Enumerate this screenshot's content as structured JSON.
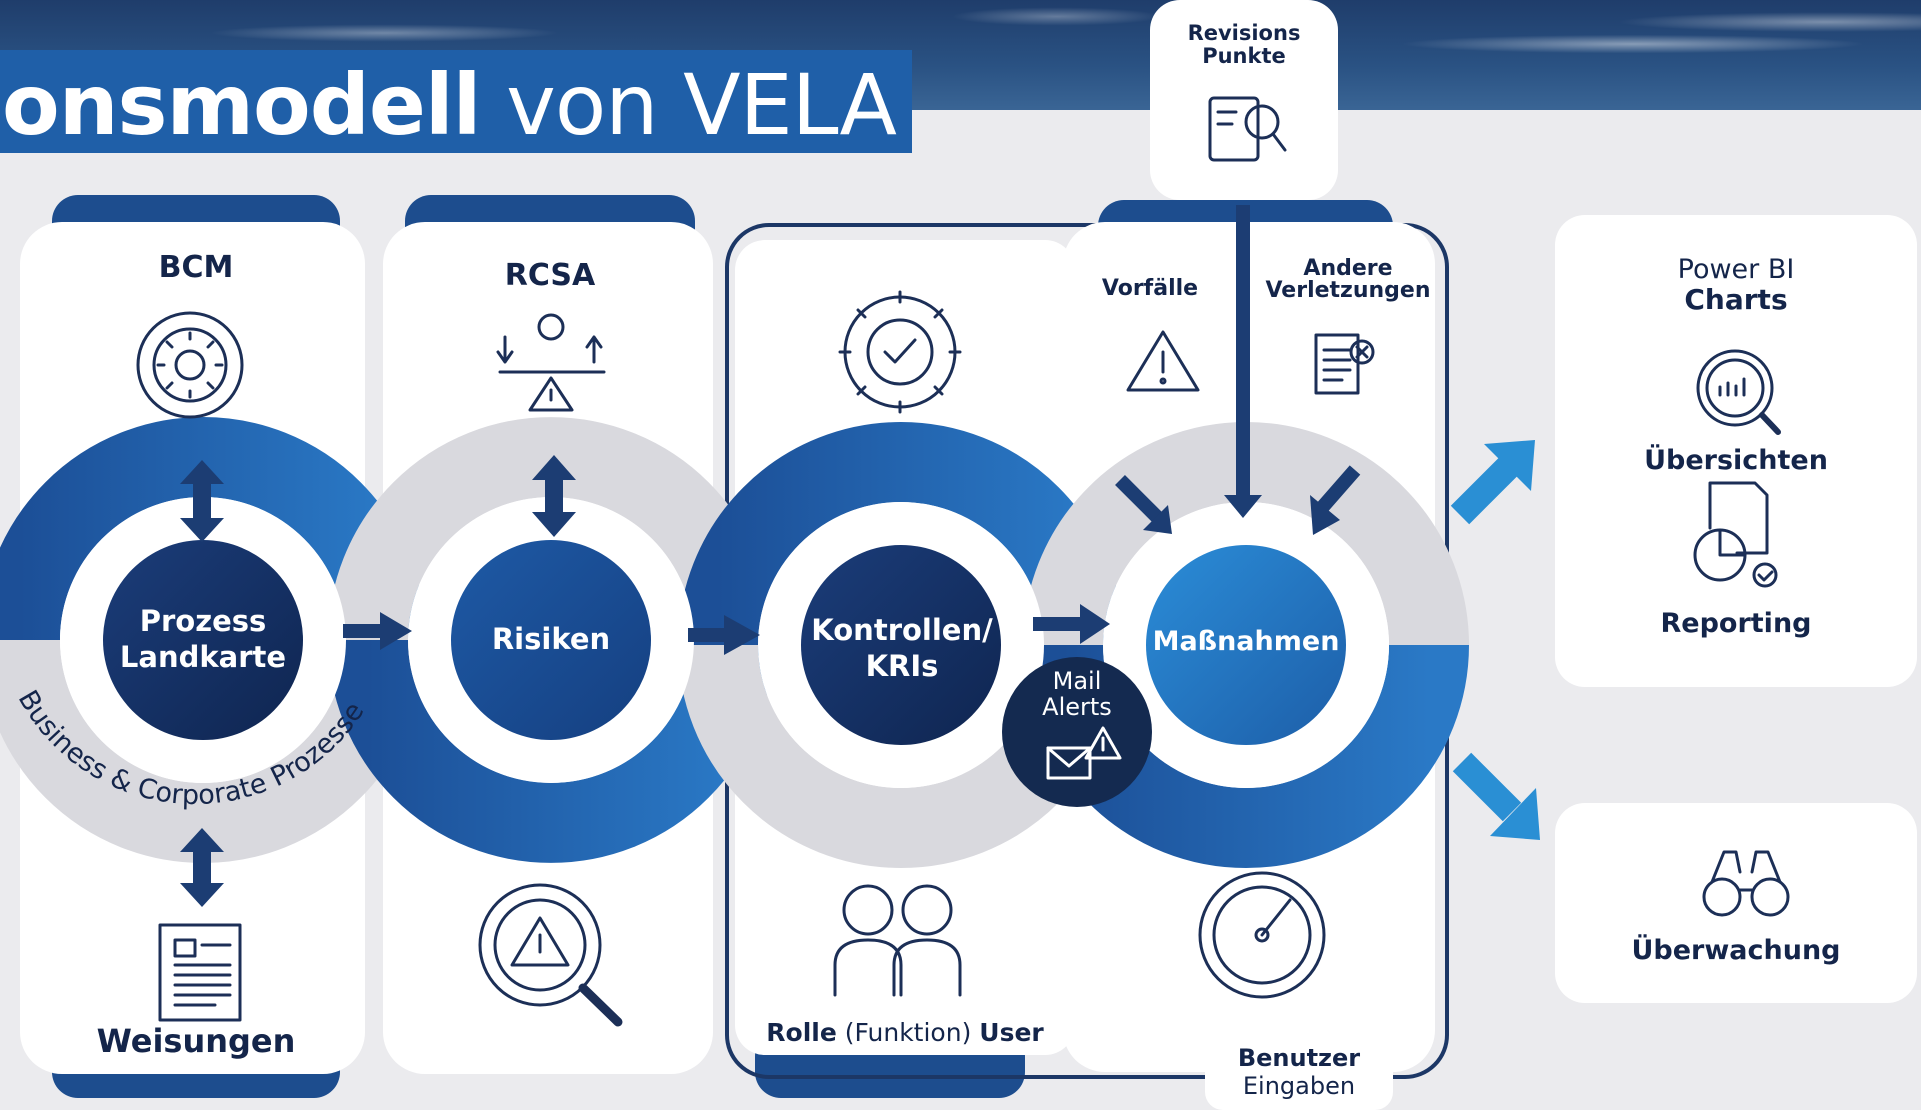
{
  "title": {
    "bold": "onsmodell",
    "light": " von VELA"
  },
  "revision": {
    "line1": "Revisions",
    "line2": "Punkte"
  },
  "cards": {
    "bcm": {
      "title": "BCM",
      "bottom": "Weisungen"
    },
    "rcsa": {
      "title": "RCSA"
    },
    "massnahmen_top": {
      "vorfaelle": "Vorfälle",
      "andere1": "Andere",
      "andere2": "Verletzungen"
    }
  },
  "circles": {
    "prozess1": "Prozess",
    "prozess2": "Landkarte",
    "risiken": "Risiken",
    "kontrollen1": "Kontrollen/",
    "kontrollen2": "KRIs",
    "massnahmen": "Maßnahmen"
  },
  "arc_label": "Business & Corporate Prozesse",
  "mail": {
    "line1": "Mail",
    "line2": "Alerts"
  },
  "rolle": {
    "bold1": "Rolle",
    "light": " (Funktion) ",
    "bold2": "User"
  },
  "benutzer": {
    "line1": "Benutzer",
    "line2": "Eingaben"
  },
  "powerbi": {
    "line1": "Power BI",
    "line2": "Charts",
    "uebersichten": "Übersichten",
    "reporting": "Reporting"
  },
  "ueberwachung": "Überwachung",
  "colors": {
    "navy": "#14254a",
    "blue": "#1f5fa8",
    "accent": "#2a8fd4",
    "grey": "#d9d9dd"
  }
}
